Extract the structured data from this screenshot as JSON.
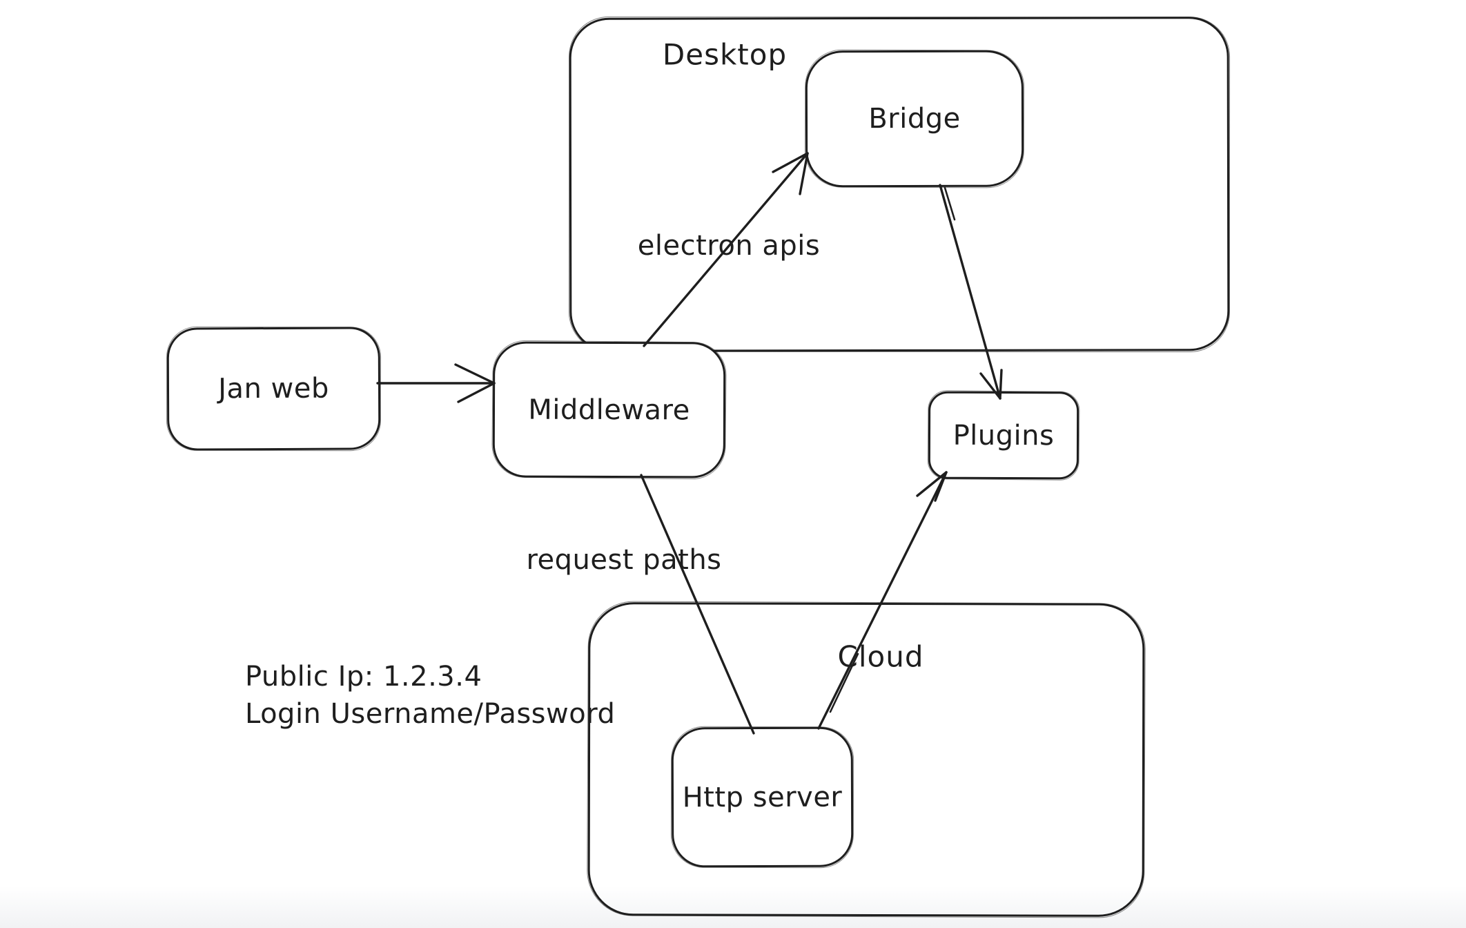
{
  "diagram": {
    "background": "#ffffff",
    "stroke_color": "#1e1e1e",
    "containers": {
      "desktop": {
        "label": "Desktop"
      },
      "cloud": {
        "label": "Cloud"
      }
    },
    "nodes": {
      "jan_web": {
        "label": "Jan web"
      },
      "middleware": {
        "label": "Middleware"
      },
      "bridge": {
        "label": "Bridge"
      },
      "plugins": {
        "label": "Plugins"
      },
      "http_server": {
        "label": "Http server"
      }
    },
    "edge_labels": {
      "electron_apis": "electron apis",
      "request_paths": "request paths"
    },
    "edges": [
      {
        "from": "jan_web",
        "to": "middleware",
        "label": "",
        "arrow": true
      },
      {
        "from": "middleware",
        "to": "bridge",
        "label": "electron apis",
        "arrow": true
      },
      {
        "from": "bridge",
        "to": "plugins",
        "label": "",
        "arrow": true
      },
      {
        "from": "middleware",
        "to": "http_server",
        "label": "request paths",
        "arrow": false
      },
      {
        "from": "http_server",
        "to": "plugins",
        "label": "",
        "arrow": true
      }
    ],
    "annotation": {
      "line1": "Public Ip: 1.2.3.4",
      "line2": "Login Username/Password"
    }
  }
}
